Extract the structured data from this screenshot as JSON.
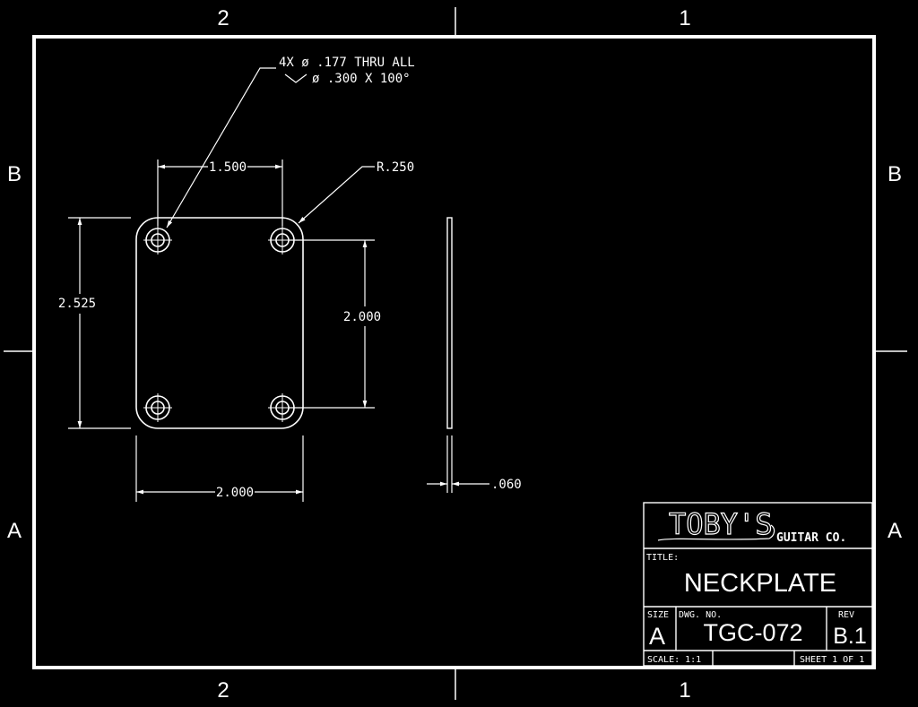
{
  "zone_labels": {
    "top_left": "2",
    "top_right": "1",
    "bottom_left": "2",
    "bottom_right": "1",
    "left_upper": "B",
    "left_lower": "A",
    "right_upper": "B",
    "right_lower": "A"
  },
  "annotations": {
    "hole_callout_line1": "4X ø  .177 THRU ALL",
    "hole_callout_line2": "ø  .300 X 100°",
    "corner_radius": "R.250",
    "hole_spacing_horizontal": "1.500",
    "plate_height": "2.525",
    "hole_spacing_vertical": "2.000",
    "plate_width": "2.000",
    "plate_thickness": ".060"
  },
  "title_block": {
    "logo_main": "TOBY'S",
    "logo_sub": "GUITAR CO.",
    "title_label": "TITLE:",
    "title_value": "NECKPLATE",
    "size_label": "SIZE",
    "size_value": "A",
    "dwg_no_label": "DWG.  NO.",
    "dwg_no_value": "TGC-072",
    "rev_label": "REV",
    "rev_value": "B.1",
    "scale_text": "SCALE: 1:1",
    "sheet_text": "SHEET 1 OF 1"
  },
  "colors": {
    "background": "#000000",
    "lines": "#ffffff"
  }
}
